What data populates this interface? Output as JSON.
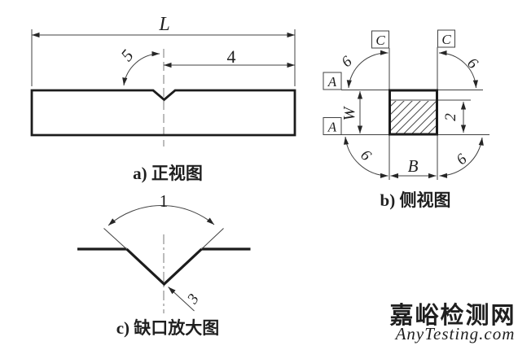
{
  "colors": {
    "background": "#ffffff",
    "thick_line": "#1c1c1c",
    "thin_line": "#404040",
    "centerline": "#8f8f8f",
    "watermark": "#dcdcdc"
  },
  "front_view": {
    "caption": "a) 正视图",
    "labels": {
      "length": "L",
      "dist_notch_to_end": "4",
      "notch_plane_angle": "5"
    }
  },
  "side_view": {
    "caption": "b) 侧视图",
    "labels": {
      "datum_c": "C",
      "datum_a": "A",
      "width": "W",
      "ligament": "2",
      "breadth": "B",
      "face_angle": "6"
    }
  },
  "notch_view": {
    "caption": "c) 缺口放大图",
    "labels": {
      "notch_angle": "1",
      "root_radius": "3"
    }
  },
  "watermark": {
    "site_name": "嘉峪检测网",
    "site_domain": "AnyTesting.com"
  }
}
